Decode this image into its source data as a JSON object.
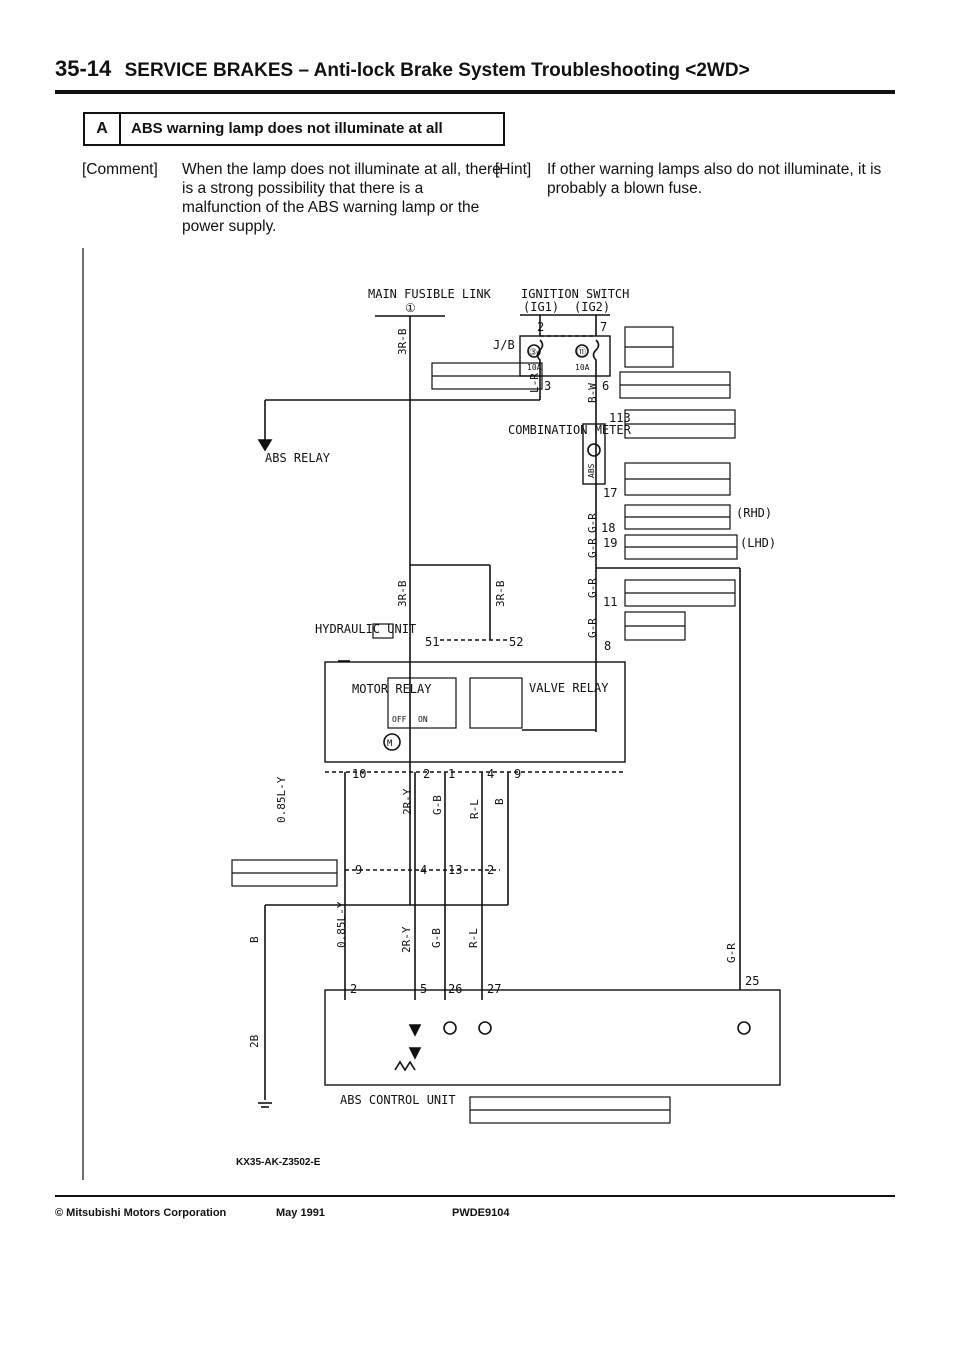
{
  "header": {
    "page_number": "35-14",
    "title": "SERVICE BRAKES – Anti-lock Brake System Troubleshooting <2WD>"
  },
  "section": {
    "letter": "A",
    "heading": "ABS warning lamp does not illuminate at all"
  },
  "comment": {
    "label": "[Comment]",
    "text": "When the lamp does not illuminate at all, there is a strong possibility that there is a malfunction of the ABS warning lamp or the power supply."
  },
  "hint": {
    "label": "[Hint]",
    "text": "If other warning lamps also do not illuminate, it is probably a blown fuse."
  },
  "diagram": {
    "main_fusible_link": "MAIN FUSIBLE LINK",
    "mfl_num": "①",
    "ignition_switch": "IGNITION SWITCH",
    "ig1": "(IG1)",
    "ig2": "(IG2)",
    "jb": "J/B",
    "fuse_a_num": "③",
    "fuse_b_num": "⑪",
    "fuse_a_rating": "10A",
    "fuse_b_rating": "10A",
    "abs_relay": "ABS RELAY",
    "combination_meter": "COMBINATION METER",
    "abs_lamp": "ABS",
    "hydraulic_unit": "HYDRAULIC UNIT",
    "motor_relay": "MOTOR RELAY",
    "valve_relay": "VALVE RELAY",
    "off": "OFF",
    "on": "ON",
    "motor": "M",
    "abs_control_unit": "ABS CONTROL UNIT",
    "rhd": "(RHD)",
    "lhd": "(LHD)",
    "wires": {
      "w_3rb": "3R-B",
      "w_lr": "L-R",
      "w_bw": "B-W",
      "w_gr": "G-R",
      "w_085ly": "0.85L-Y",
      "w_2ry": "2R-Y",
      "w_gb": "G-B",
      "w_rl": "R-L",
      "w_b": "B",
      "w_2b": "2B"
    },
    "pins": {
      "p2": "2",
      "p7": "7",
      "p3": "3",
      "p6": "6",
      "p113": "113",
      "p17": "17",
      "p18": "18",
      "p19": "19",
      "p11": "11",
      "p8": "8",
      "p51": "51",
      "p52": "52",
      "p10": "10",
      "p1": "1",
      "p4": "4",
      "p9": "9",
      "p13": "13",
      "p5": "5",
      "p26": "26",
      "p27": "27",
      "p25": "25"
    }
  },
  "figure_code": "KX35-AK-Z3502-E",
  "footer": {
    "copyright": "© Mitsubishi Motors Corporation",
    "date": "May 1991",
    "doc": "PWDE9104"
  }
}
